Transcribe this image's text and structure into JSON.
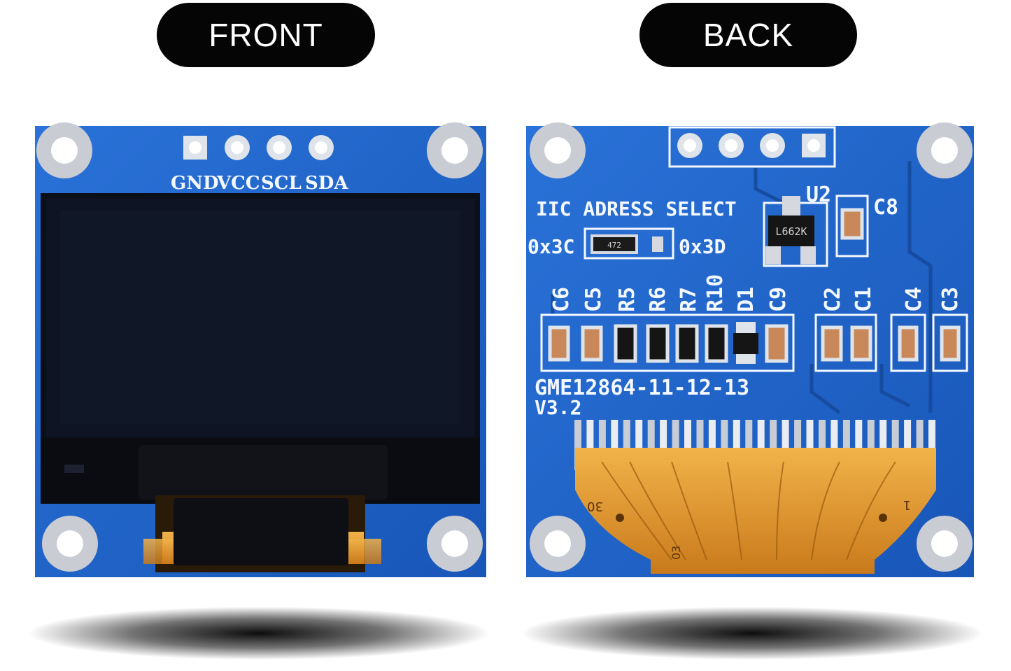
{
  "labels": {
    "front": "FRONT",
    "back": "BACK"
  },
  "front": {
    "pins": [
      "GND",
      "VCC",
      "SCL",
      "SDA"
    ]
  },
  "back": {
    "iic_title": "IIC ADRESS SELECT",
    "addr_left": "0x3C",
    "addr_right": "0x3D",
    "u2": "U2",
    "u2_code": "L662K",
    "c8": "C8",
    "resistor_code": "472",
    "components": [
      "C6",
      "C5",
      "R5",
      "R6",
      "R7",
      "R10",
      "D1",
      "C9",
      "C2",
      "C1",
      "C4",
      "C3"
    ],
    "model": "GME12864-11-12-13",
    "version": "V3.2",
    "fpc_pin_30": "30",
    "fpc_pin_1": "1",
    "fpc_code": "03"
  },
  "colors": {
    "pcb_blue": "#1f63c9",
    "pcb_dark_blue": "#174fa8",
    "display_black": "#0d1220",
    "fpc_orange": "#e79a2c",
    "pill_black": "#050505"
  }
}
